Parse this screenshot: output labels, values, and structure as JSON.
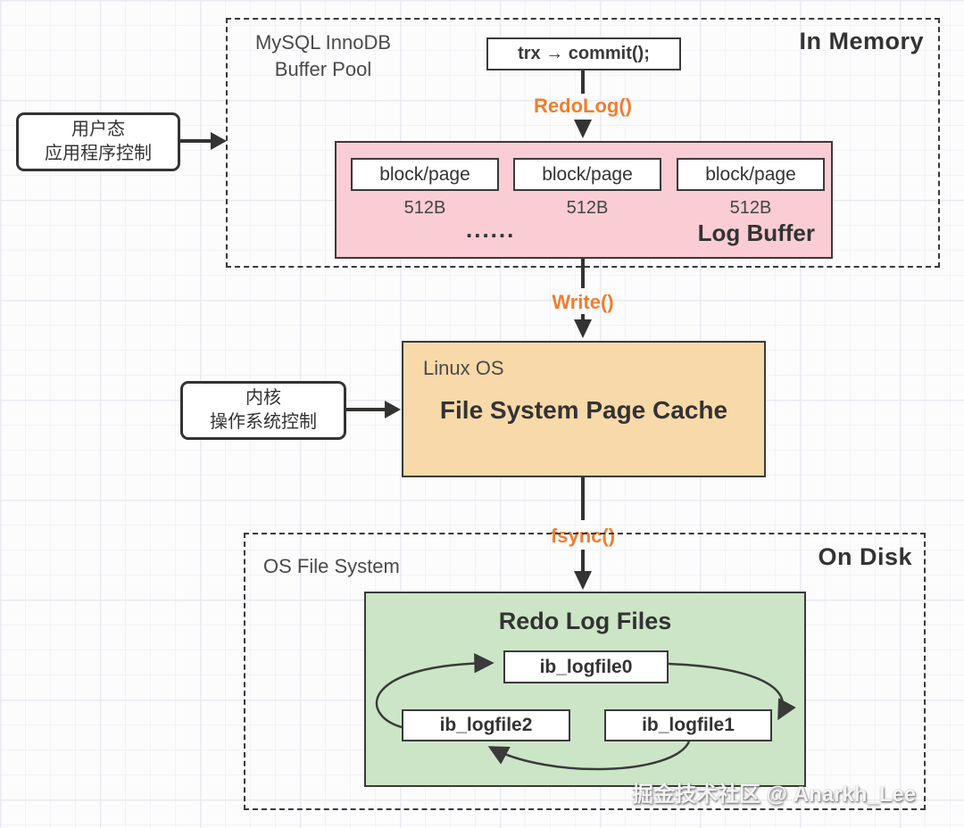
{
  "colors": {
    "accent_orange": "#ee7e2f",
    "pink_fill": "#f9cdd3",
    "orange_fill": "#f8d9a9",
    "green_fill": "#cde5c7",
    "line": "#3a3a3a"
  },
  "memory": {
    "region_label": "In Memory",
    "pool_line1": "MySQL InnoDB",
    "pool_line2": "Buffer Pool",
    "trx_label": "trx → commit();",
    "redo_call": "RedoLog()",
    "log_buffer": {
      "title": "Log Buffer",
      "ellipsis": "......",
      "blocks": [
        {
          "label": "block/page",
          "size": "512B"
        },
        {
          "label": "block/page",
          "size": "512B"
        },
        {
          "label": "block/page",
          "size": "512B"
        }
      ]
    }
  },
  "user_mode": {
    "line1": "用户态",
    "line2": "应用程序控制"
  },
  "kernel_mode": {
    "line1": "内核",
    "line2": "操作系统控制"
  },
  "write_call": "Write()",
  "os": {
    "name": "Linux OS",
    "cache": "File System Page Cache"
  },
  "fsync_call": "fsync()",
  "disk": {
    "region_label": "On Disk",
    "fs_label": "OS File System",
    "redo": {
      "title": "Redo Log Files",
      "files": [
        "ib_logfile0",
        "ib_logfile1",
        "ib_logfile2"
      ]
    }
  },
  "watermark": "掘金技术社区 @ Anarkh_Lee"
}
